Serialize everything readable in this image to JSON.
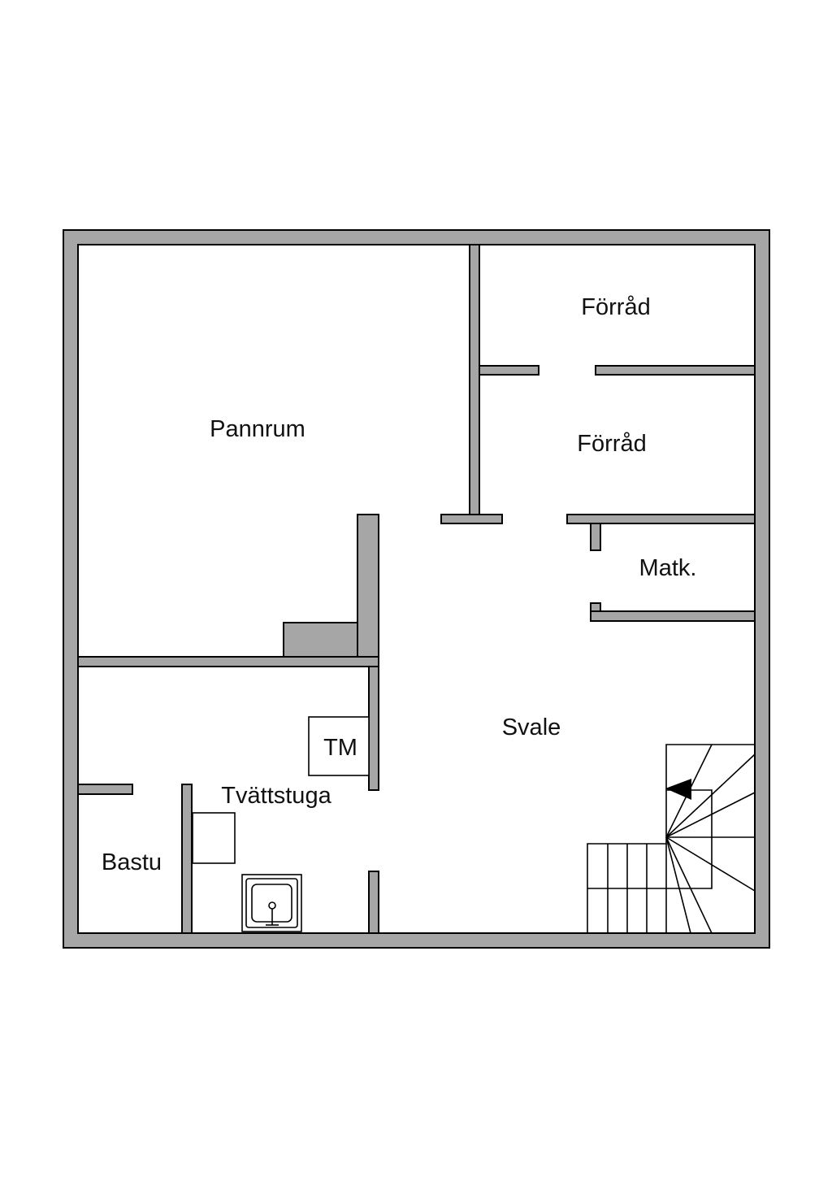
{
  "floor_plan": {
    "rooms": {
      "pannrum": "Pannrum",
      "forrad_1": "Förråd",
      "forrad_2": "Förråd",
      "matk": "Matk.",
      "svale": "Svale",
      "tvattstuga": "Tvättstuga",
      "bastu": "Bastu"
    },
    "fixtures": {
      "tm": "TM"
    },
    "colors": {
      "wall": "#a6a6a6",
      "outline": "#000000",
      "background": "#ffffff"
    },
    "icons": [
      "staircase-icon",
      "stair-direction-arrow-icon",
      "sink-icon"
    ]
  }
}
